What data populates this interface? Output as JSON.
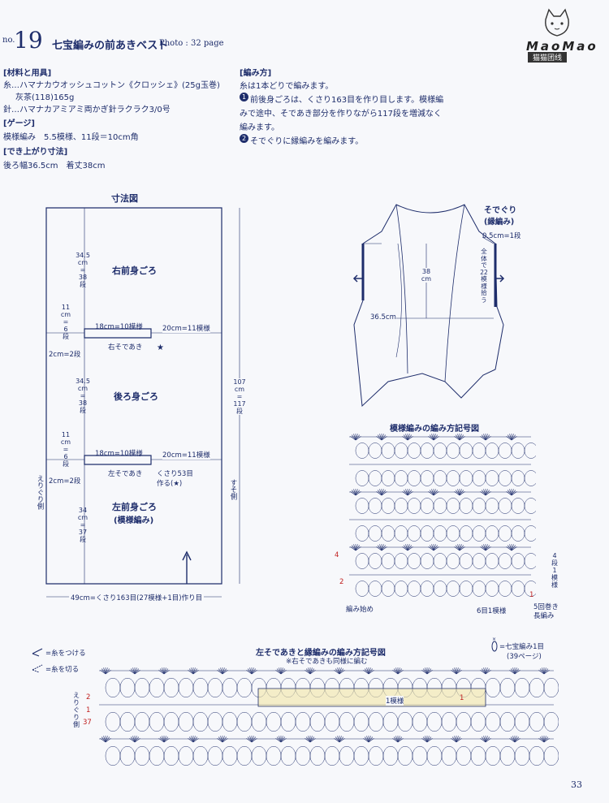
{
  "header": {
    "no_label": "no.",
    "number": "19",
    "title": "七宝編みの前あきベスト",
    "photo": "Photo : 32 page",
    "logo_text": "MaoMao",
    "logo_sub": "猫猫团线"
  },
  "materials": {
    "heading": "[材料と用具]",
    "line1": "糸…ハマナカウオッシュコットン《クロッシェ》(25g玉巻)",
    "line2": "灰茶(118)165g",
    "line3": "針…ハマナカアミアミ両かぎ針ラクラク3/0号",
    "gauge_heading": "[ゲージ]",
    "gauge": "模様編み　5.5模様、11段＝10cm角",
    "size_heading": "[でき上がり寸法]",
    "size": "後ろ幅36.5cm　着丈38cm"
  },
  "method": {
    "heading": "[編み方]",
    "line1": "糸は1本どりで編みます。",
    "step1a": "前後身ごろは、くさり163目を作り目します。模様編",
    "step1b": "みで途中、そであき部分を作りながら117段を増減なく",
    "step1c": "編みます。",
    "step2": "そでぐりに縁編みを編みます。",
    "mark1": "1",
    "mark2": "2"
  },
  "schematic": {
    "title": "寸法図",
    "right_front": "右前身ごろ",
    "back": "後ろ身ごろ",
    "left_front": "左前身ごろ",
    "pattern": "(模様編み)",
    "d_345a": [
      "34.5",
      "cm",
      "=",
      "38",
      "段"
    ],
    "d_11a": [
      "11",
      "cm",
      "=",
      "6",
      "段"
    ],
    "d_345b": [
      "34.5",
      "cm",
      "=",
      "38",
      "段"
    ],
    "d_11b": [
      "11",
      "cm",
      "=",
      "6",
      "段"
    ],
    "d_34": [
      "34",
      "cm",
      "=",
      "37",
      "段"
    ],
    "d_107": [
      "107",
      "cm",
      "=",
      "117",
      "段"
    ],
    "armhole1": "18cm=10模様",
    "side1": "20cm=11模様",
    "armhole2": "18cm=10模様",
    "side2": "20cm=11模様",
    "two_a": "2cm=2段",
    "two_b": "2cm=2段",
    "right_open": "右そであき",
    "left_open": "左そであき",
    "chain53": "くさり53目",
    "make": "作る(★)",
    "bottom": "49cm=くさり163目(27模様+1目)作り目",
    "neck_edge": "えりぐり側",
    "hem_edge": "すそ側"
  },
  "vest": {
    "title": "そでぐり",
    "subtitle": "(縁編み)",
    "d05": "0.5cm=1段",
    "d38": [
      "38",
      "cm"
    ],
    "d365": "36.5cm",
    "pickup": [
      "全",
      "体",
      "で",
      "22",
      "模",
      "様",
      "拾",
      "う"
    ]
  },
  "chart1": {
    "title": "模様編みの編み方記号図",
    "start": "編み始め",
    "eye": "6目1模様",
    "rep": [
      "4",
      "段",
      "1",
      "模",
      "様"
    ],
    "five": "5回巻き",
    "long": "長編み",
    "row4": "4",
    "row2": "2",
    "row1": "1"
  },
  "chart2": {
    "title": "左そであきと縁編みの編み方記号図",
    "note": "※右そであきも同様に編む",
    "attach": "=糸をつける",
    "cut": "=糸を切る",
    "shippo": "=七宝編み1目",
    "ref": "(39ページ)",
    "one_pattern": "1模様",
    "row1a": "1",
    "row1b": "1",
    "row2": "2",
    "row37": "37",
    "neck": [
      "え",
      "り",
      "ぐ",
      "り",
      "側"
    ]
  },
  "page_number": "33",
  "colors": {
    "ink": "#1e2d6b",
    "highlight": "#f2e6a6",
    "bg": "#f7f8fb"
  }
}
